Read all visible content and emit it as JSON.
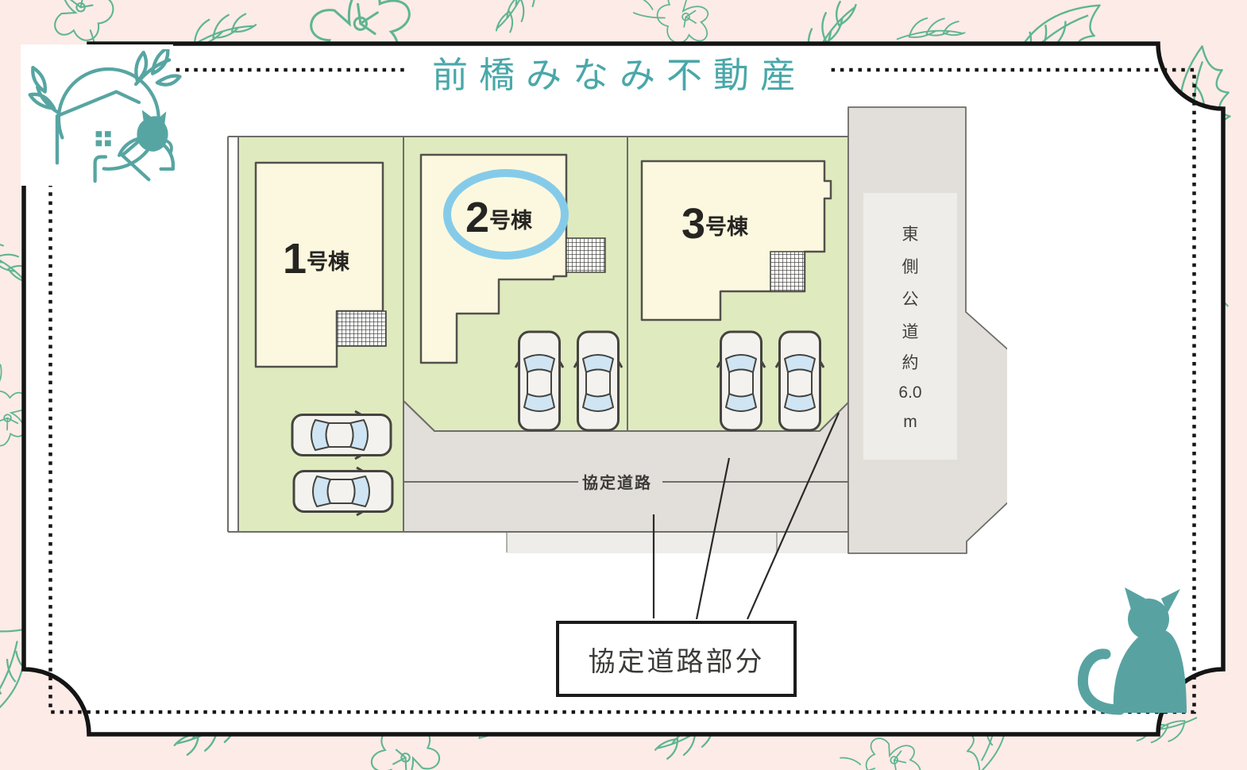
{
  "brand": {
    "title": "前橋みなみ不動産"
  },
  "site_plan": {
    "lots": [
      {
        "number": "1",
        "suffix": "号棟",
        "highlighted": false
      },
      {
        "number": "2",
        "suffix": "号棟",
        "highlighted": true
      },
      {
        "number": "3",
        "suffix": "号棟",
        "highlighted": false
      }
    ],
    "agreement_road_label": "協定道路",
    "east_road_label": "東側公道約6.0m",
    "east_road_chars": [
      "東",
      "側",
      "公",
      "道",
      "約",
      "6.0",
      "m"
    ],
    "callout": {
      "label": "協定道路部分"
    }
  },
  "icons": {
    "logo": "house-cat-logo",
    "cat": "cat-silhouette",
    "cars": "car-top-view"
  },
  "colors": {
    "brand_teal": "#4aa7a9",
    "logo_teal": "#57a5a2",
    "highlight_blue": "#85cbe9",
    "lot_green": "#dfeabf",
    "house_cream": "#fcf8df",
    "road_gray": "#e2dfda",
    "road_gray_light": "#eeedea",
    "frame_black": "#141414",
    "background_pink": "#fdebe7",
    "ornament_green": "#5fb591"
  }
}
